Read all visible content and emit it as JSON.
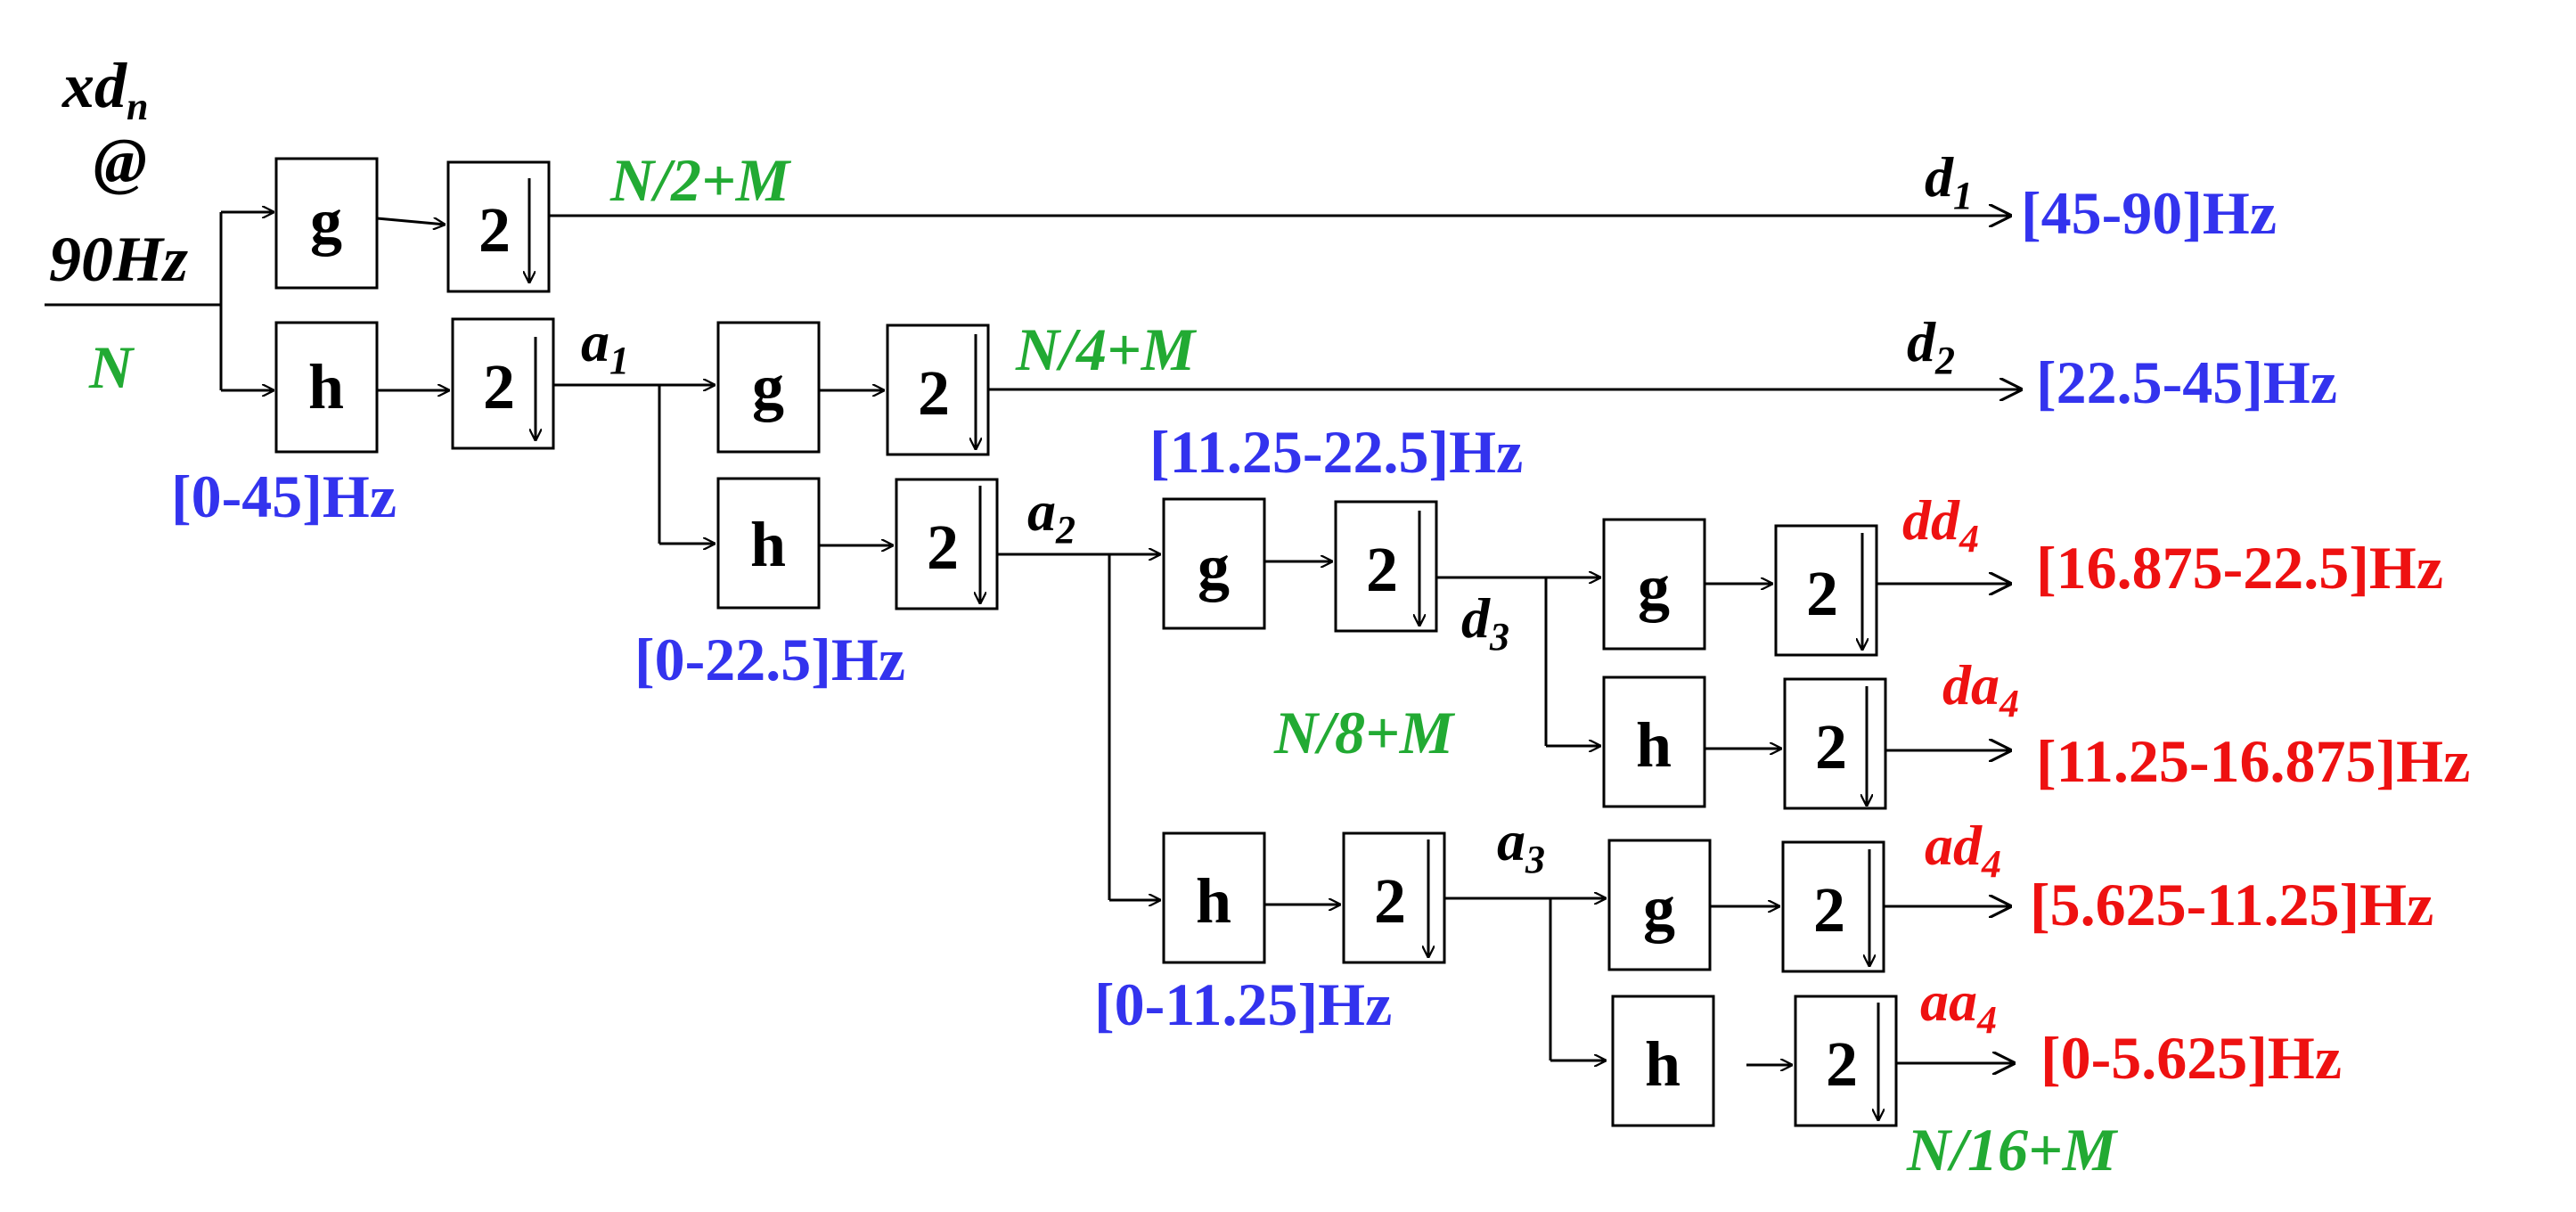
{
  "input": {
    "signal": "xd",
    "signal_sub": "n",
    "at": "@",
    "rate": "90Hz",
    "length": "N"
  },
  "filters": {
    "g": "g",
    "h": "h",
    "dec": "2"
  },
  "signals": {
    "d1": "d",
    "d1_sub": "1",
    "a1": "a",
    "a1_sub": "1",
    "d2": "d",
    "d2_sub": "2",
    "a2": "a",
    "a2_sub": "2",
    "d3": "d",
    "d3_sub": "3",
    "a3": "a",
    "a3_sub": "3",
    "dd4": "dd",
    "dd4_sub": "4",
    "da4": "da",
    "da4_sub": "4",
    "ad4": "ad",
    "ad4_sub": "4",
    "aa4": "aa",
    "aa4_sub": "4"
  },
  "lengths": {
    "l1": "N/2+M",
    "l2": "N/4+M",
    "l3": "N/8+M",
    "l4": "N/16+M"
  },
  "bands_blue": {
    "d1": "[45-90]Hz",
    "d2": "[22.5-45]Hz",
    "a1": "[0-45]Hz",
    "d3": "[11.25-22.5]Hz",
    "a2": "[0-22.5]Hz",
    "a3": "[0-11.25]Hz"
  },
  "bands_red": {
    "dd4": "[16.875-22.5]Hz",
    "da4": "[11.25-16.875]Hz",
    "ad4": "[5.625-11.25]Hz",
    "aa4": "[0-5.625]Hz"
  },
  "colors": {
    "blue": "#3333ee",
    "red": "#ee1111",
    "green": "#22aa33",
    "line": "#000000"
  }
}
